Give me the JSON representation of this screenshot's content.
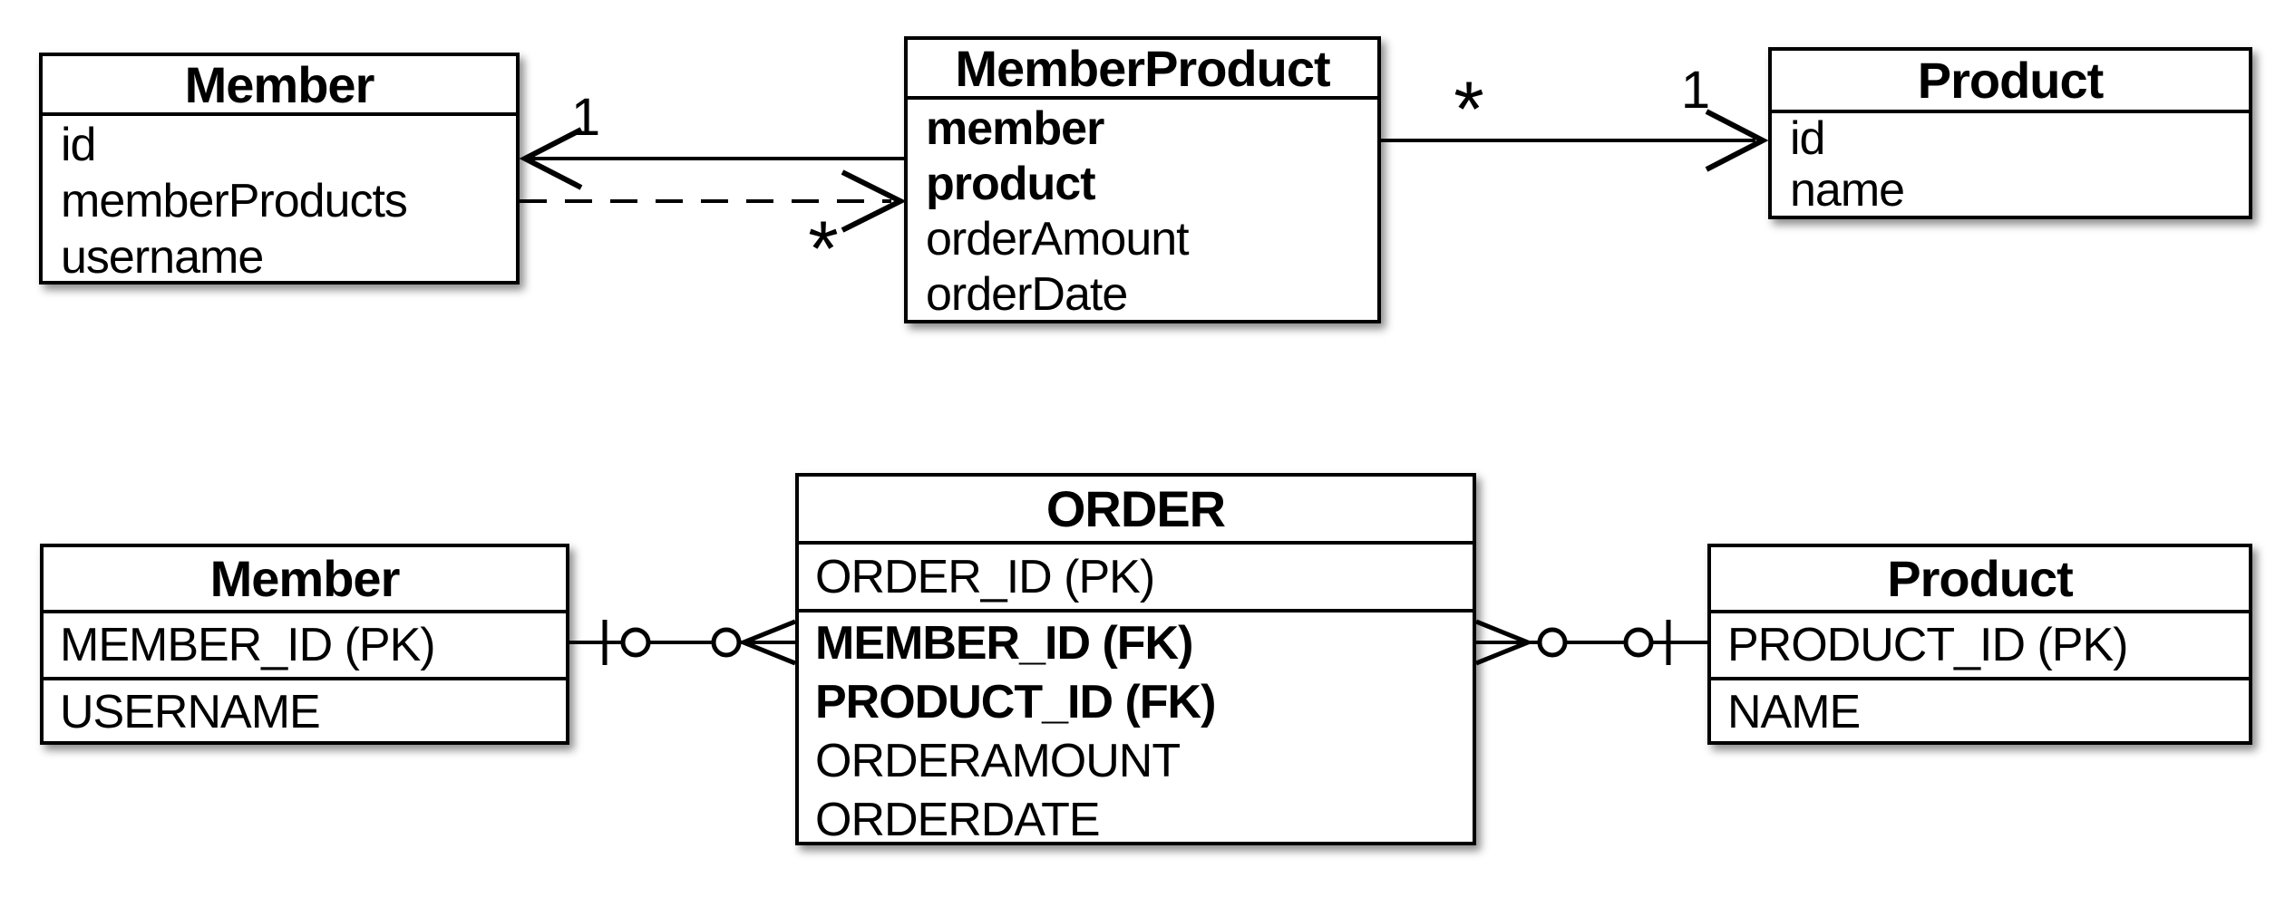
{
  "colors": {
    "line": "#000000",
    "background": "#ffffff"
  },
  "uml": {
    "member": {
      "title": "Member",
      "attributes": [
        "id",
        "memberProducts",
        "username"
      ]
    },
    "member_product": {
      "title": "MemberProduct",
      "attributes": [
        "member",
        "product",
        "orderAmount",
        "orderDate"
      ]
    },
    "product": {
      "title": "Product",
      "attributes": [
        "id",
        "name"
      ]
    },
    "associations": {
      "member_end_one": "1",
      "memberproduct_end_many": "*",
      "memberproduct_product_many": "*",
      "product_end_one": "1"
    }
  },
  "er": {
    "member": {
      "title": "Member",
      "rows": [
        "MEMBER_ID (PK)",
        "USERNAME"
      ]
    },
    "order": {
      "title": "ORDER",
      "pk_row": "ORDER_ID (PK)",
      "fk_rows": [
        "MEMBER_ID (FK)",
        "PRODUCT_ID (FK)"
      ],
      "attr_rows": [
        "ORDERAMOUNT",
        "ORDERDATE"
      ]
    },
    "product": {
      "title": "Product",
      "rows": [
        "PRODUCT_ID (PK)",
        "NAME"
      ]
    }
  }
}
